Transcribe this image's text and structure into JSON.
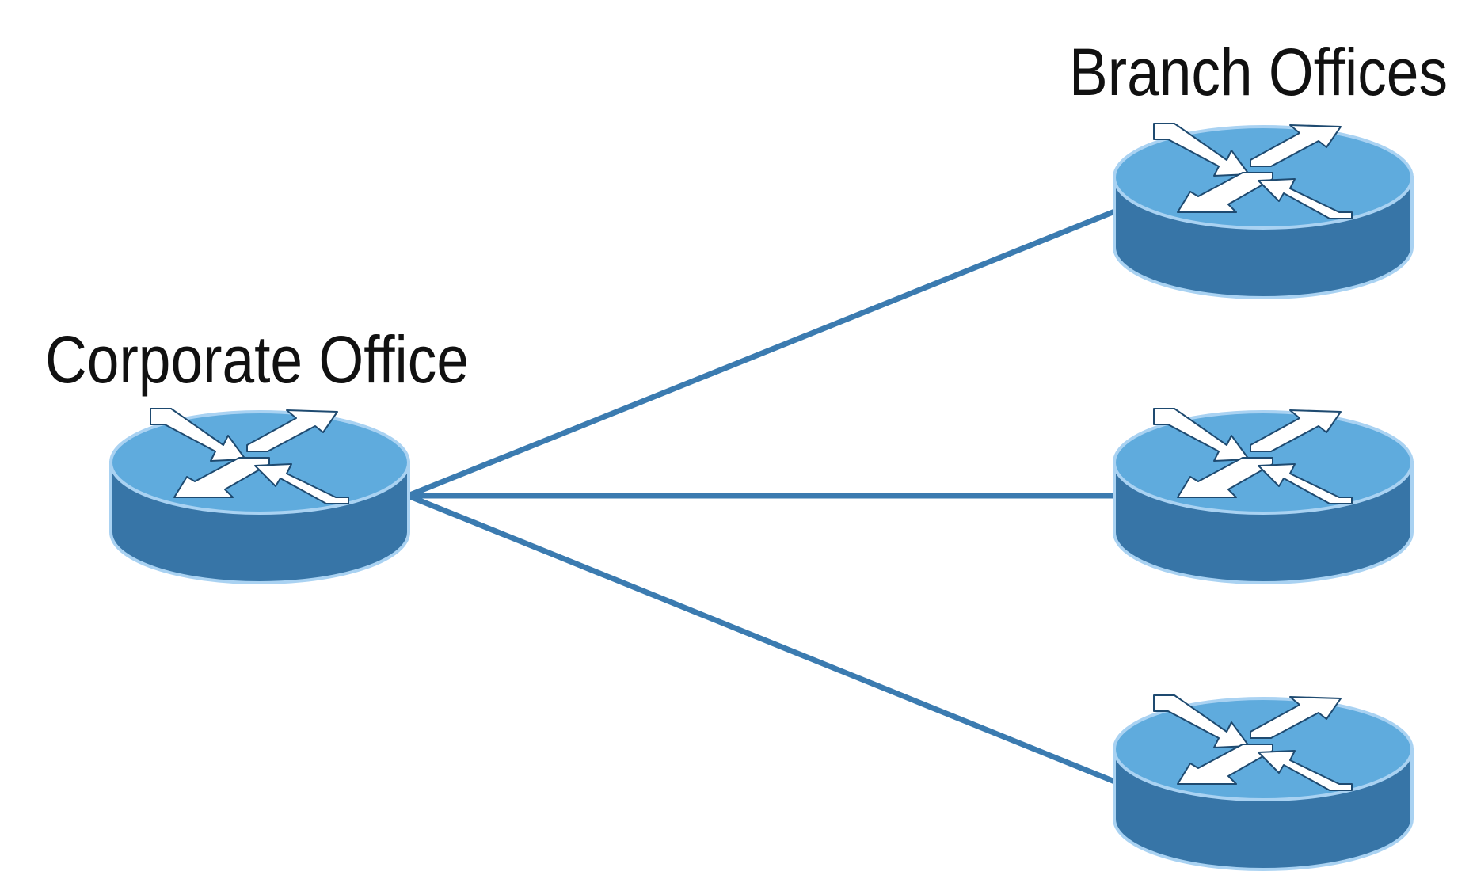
{
  "diagram": {
    "corporate_label": "Corporate Office",
    "branch_label": "Branch Offices",
    "colors": {
      "link": "#3b7bb0",
      "router_top": "#5fabdd",
      "router_side": "#3775a7",
      "router_edge": "#a9d2f2",
      "arrow": "#ffffff",
      "arrow_outline": "#1e4a70"
    },
    "icons": {
      "router": "router-icon"
    },
    "links": [
      {
        "from": "corporate-router",
        "to": "branch-router-1"
      },
      {
        "from": "corporate-router",
        "to": "branch-router-2"
      },
      {
        "from": "corporate-router",
        "to": "branch-router-3"
      }
    ]
  }
}
